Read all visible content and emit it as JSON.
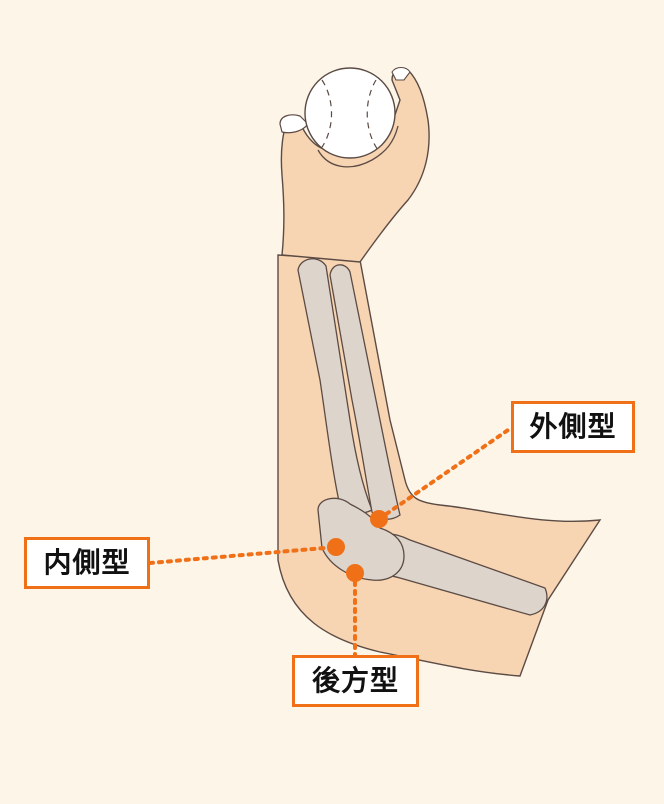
{
  "labels": {
    "lateral": "外側型",
    "medial": "内側型",
    "posterior": "後方型"
  },
  "colors": {
    "background": "#fdf5e8",
    "skin": "#f7d4b2",
    "skin_shade": "#f2c49d",
    "bone": "#ddd4cc",
    "outline": "#5b4b44",
    "accent": "#f07018"
  }
}
